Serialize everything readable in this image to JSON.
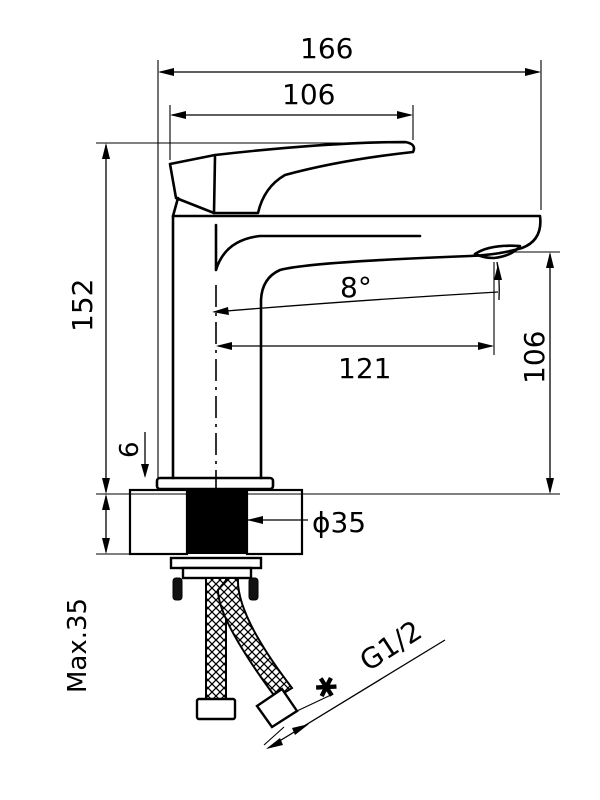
{
  "dimensions": {
    "overall_length": "166",
    "lever_length": "106",
    "total_height": "152",
    "spout_reach": "121",
    "spout_height": "106",
    "base_thickness": "6",
    "spout_angle": "8°",
    "body_diameter": "ϕ35",
    "max_counter_thickness": "Max.35",
    "connection_thread": "G1/2",
    "thread_mark": "✱"
  }
}
